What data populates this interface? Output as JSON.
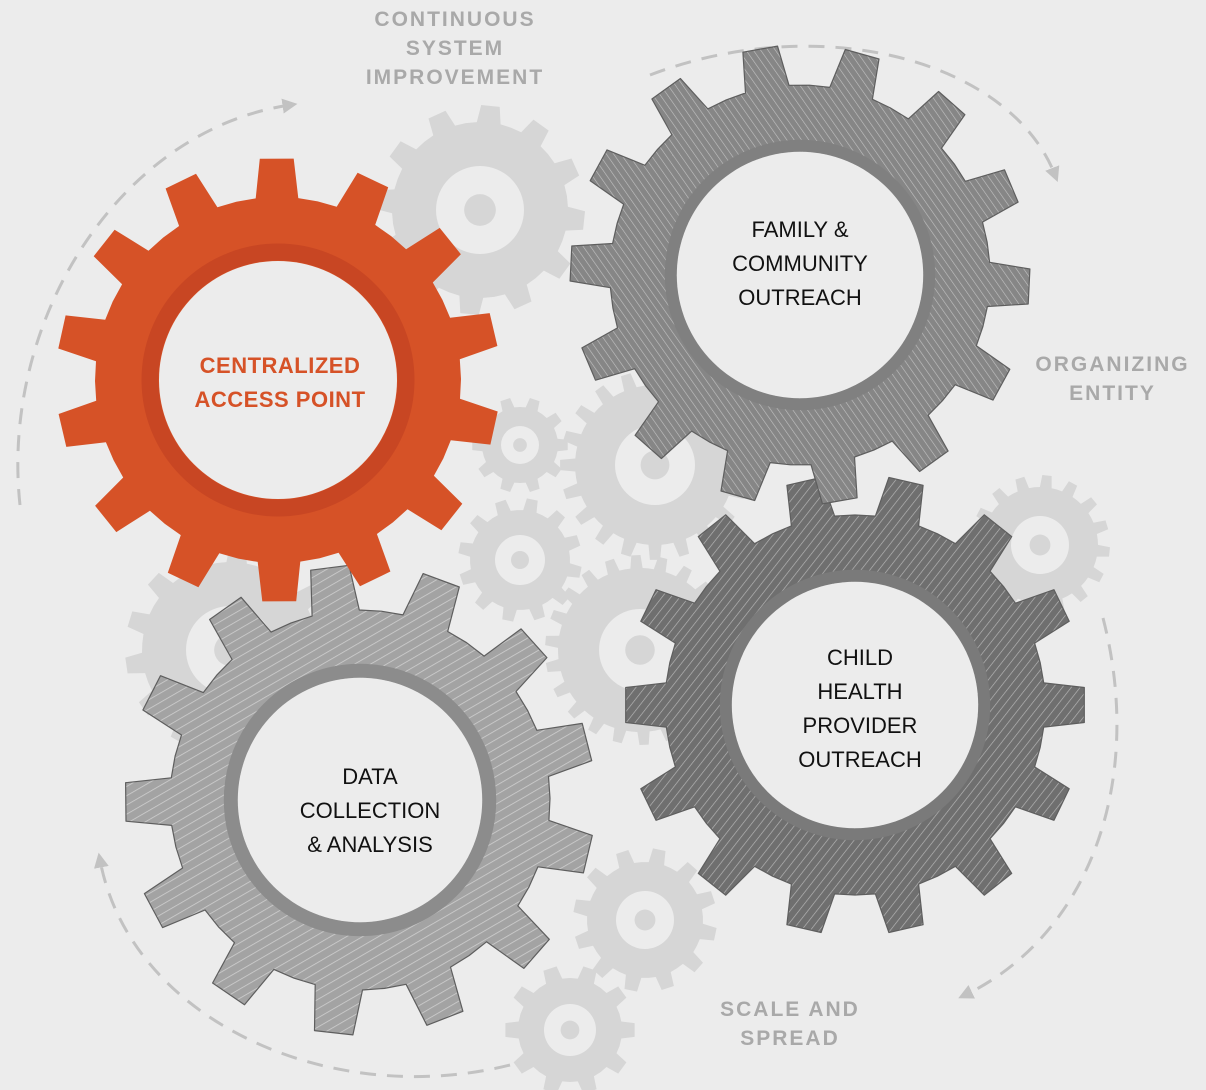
{
  "colors": {
    "background": "#ececec",
    "accent": "#d65227",
    "accent_dark": "#c84623",
    "gear_dark": "#6e6e6e",
    "gear_mid": "#8a8a8a",
    "gear_light": "#a5a5a5",
    "bg_gear": "#d6d6d6",
    "outer_text": "#a9a9a9",
    "arrow": "#c2c2c2"
  },
  "cycle_labels": {
    "continuous_improvement": "CONTINUOUS\nSYSTEM\nIMPROVEMENT",
    "organizing_entity": "ORGANIZING\nENTITY",
    "scale_spread": "SCALE AND\nSPREAD"
  },
  "gears": {
    "centralized": {
      "label": "CENTRALIZED\nACCESS POINT",
      "icon": "orange-gear-icon"
    },
    "family": {
      "label": "FAMILY &\nCOMMUNITY\nOUTREACH",
      "icon": "gray-gear-icon"
    },
    "child_health": {
      "label": "CHILD\nHEALTH\nPROVIDER\nOUTREACH",
      "icon": "gray-gear-icon"
    },
    "data": {
      "label": "DATA\nCOLLECTION\n& ANALYSIS",
      "icon": "gray-gear-icon"
    }
  }
}
